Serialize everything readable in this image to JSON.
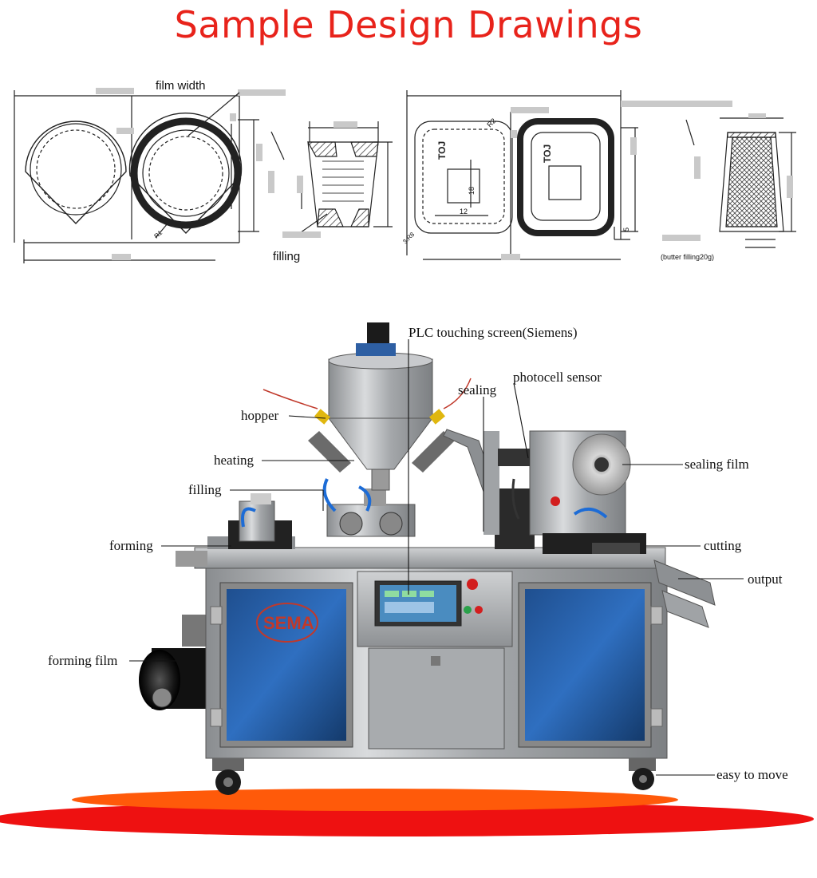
{
  "title": "Sample Design Drawings",
  "drawings": {
    "left": {
      "film_width_label": "film width",
      "filling_label": "filling",
      "radius_label": "R1"
    },
    "right": {
      "butter_label": "(butter filling20g)",
      "dim_18": "18",
      "dim_12": "12",
      "dim_5": "5",
      "dim_r2": "R2",
      "dim_r38": "3.R8",
      "toj_label": "TOJ"
    }
  },
  "machine": {
    "brand": "SEMA",
    "labels": {
      "plc": "PLC touching screen(Siemens)",
      "photocell": "photocell sensor",
      "sealing": "sealing",
      "hopper": "hopper",
      "heating": "heating",
      "filling": "filling",
      "sealing_film": "sealing film",
      "forming": "forming",
      "cutting": "cutting",
      "output": "output",
      "forming_film": "forming film",
      "easy_to_move": "easy to move"
    }
  },
  "colors": {
    "title": "#e8231b",
    "base_red": "#ee1111",
    "base_orange": "#ff5a0a"
  }
}
